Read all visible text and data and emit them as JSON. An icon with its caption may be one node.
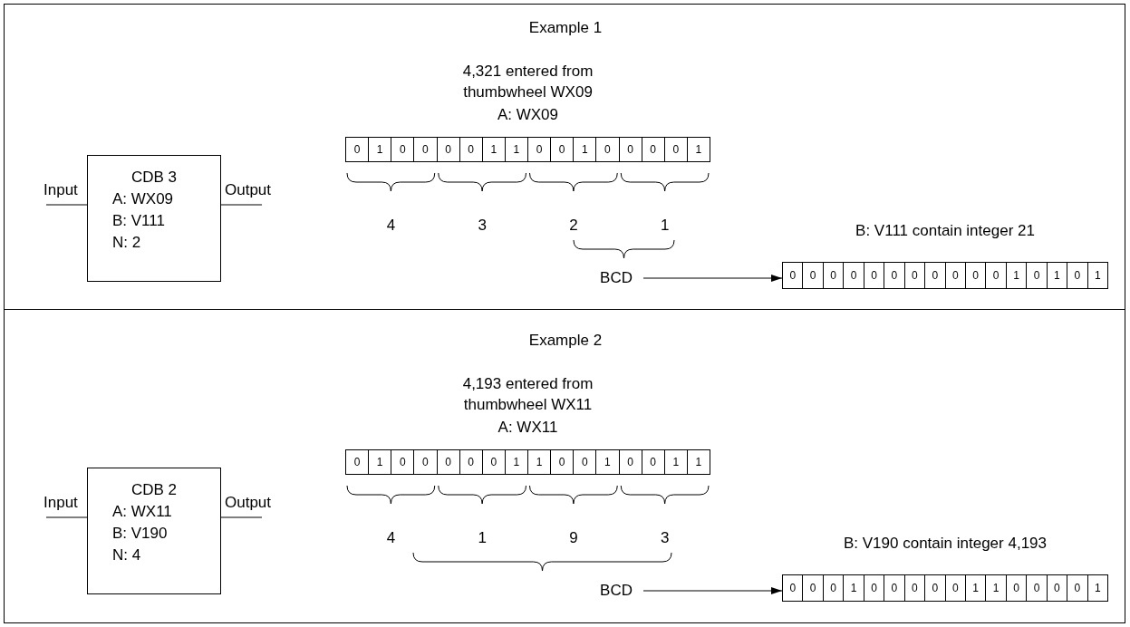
{
  "diagram": {
    "nodes": [
      {
        "text": [
          "Example 1"
        ]
      },
      {
        "text": [
          "CDB 3",
          "A: WX09",
          "B: V111",
          "N: 2"
        ],
        "in": 0
      },
      {
        "text": [
          "0",
          "1",
          "0",
          "0",
          "0",
          "0",
          "1",
          "1",
          "0",
          "0",
          "1",
          "0",
          "0",
          "0",
          "0",
          "1"
        ],
        "in": 0,
        "beside": [
          "4,321 entered from thumbwheel WX09",
          "A: WX09"
        ]
      },
      {
        "text": [
          "BCD"
        ],
        "in": 0
      },
      {
        "text": [
          "0",
          "0",
          "0",
          "0",
          "0",
          "0",
          "0",
          "0",
          "0",
          "0",
          "0",
          "1",
          "0",
          "1",
          "0",
          "1"
        ],
        "in": 0,
        "beside": [
          "B: V111 contain integer 21"
        ]
      },
      {
        "text": [
          "Example 2"
        ]
      },
      {
        "text": [
          "CDB 2",
          "A: WX11",
          "B: V190",
          "N: 4"
        ],
        "in": 5
      },
      {
        "text": [
          "0",
          "1",
          "0",
          "0",
          "0",
          "0",
          "0",
          "1",
          "1",
          "0",
          "0",
          "1",
          "0",
          "0",
          "1",
          "1"
        ],
        "in": 5,
        "beside": [
          "4,193 entered from thumbwheel WX11",
          "A: WX11"
        ]
      },
      {
        "text": [
          "BCD"
        ],
        "in": 5
      },
      {
        "text": [
          "0",
          "0",
          "0",
          "1",
          "0",
          "0",
          "0",
          "0",
          "0",
          "1",
          "1",
          "0",
          "0",
          "0",
          "0",
          "1"
        ],
        "in": 5,
        "beside": [
          "B: V190 contain integer 4,193"
        ]
      }
    ],
    "edges": [
      {
        "from": null,
        "to": 1,
        "arrow": "none",
        "label": "Input"
      },
      {
        "from": 1,
        "to": null,
        "arrow": "none",
        "label": "Output"
      },
      {
        "from": 3,
        "to": 4,
        "arrow": "to"
      },
      {
        "from": null,
        "to": 6,
        "arrow": "none",
        "label": "Input"
      },
      {
        "from": 6,
        "to": null,
        "arrow": "none",
        "label": "Output"
      },
      {
        "from": 8,
        "to": 9,
        "arrow": "to"
      }
    ],
    "labels": [
      "4",
      "3",
      "2",
      "1",
      "4",
      "1",
      "9",
      "3"
    ]
  }
}
